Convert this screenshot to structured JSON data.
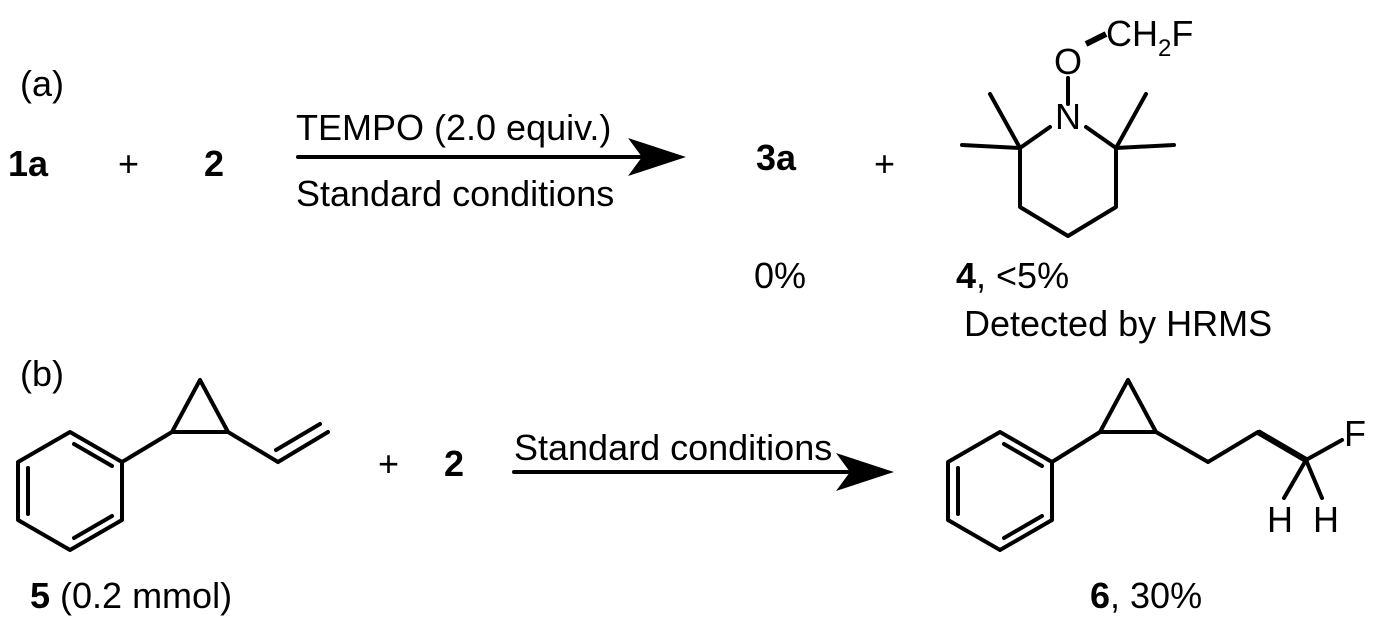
{
  "colors": {
    "ink": "#000000",
    "highlight": "#e8141b"
  },
  "part_a": {
    "label": "(a)",
    "reactant1": "1a",
    "plus1": "+",
    "reactant2": "2",
    "arrow_top": "TEMPO (2.0 equiv.)",
    "arrow_bottom": "Standard conditions",
    "product1": "3a",
    "plus2": "+",
    "product1_yield": "0%",
    "product2_id": "4",
    "product2_yield": ", <5%",
    "product2_note": "Detected by HRMS",
    "atoms": {
      "o": "O",
      "n": "N",
      "ch2f_main": "CH",
      "ch2f_sub": "2",
      "ch2f_end": "F"
    }
  },
  "part_b": {
    "label": "(b)",
    "plus": "+",
    "reactant2": "2",
    "arrow_top": "Standard conditions",
    "reactant_id": "5",
    "reactant_amount": " (0.2 mmol)",
    "product_id": "6",
    "product_yield": ", 30%",
    "atoms": {
      "f": "F",
      "h1": "H",
      "h2": "H"
    }
  }
}
